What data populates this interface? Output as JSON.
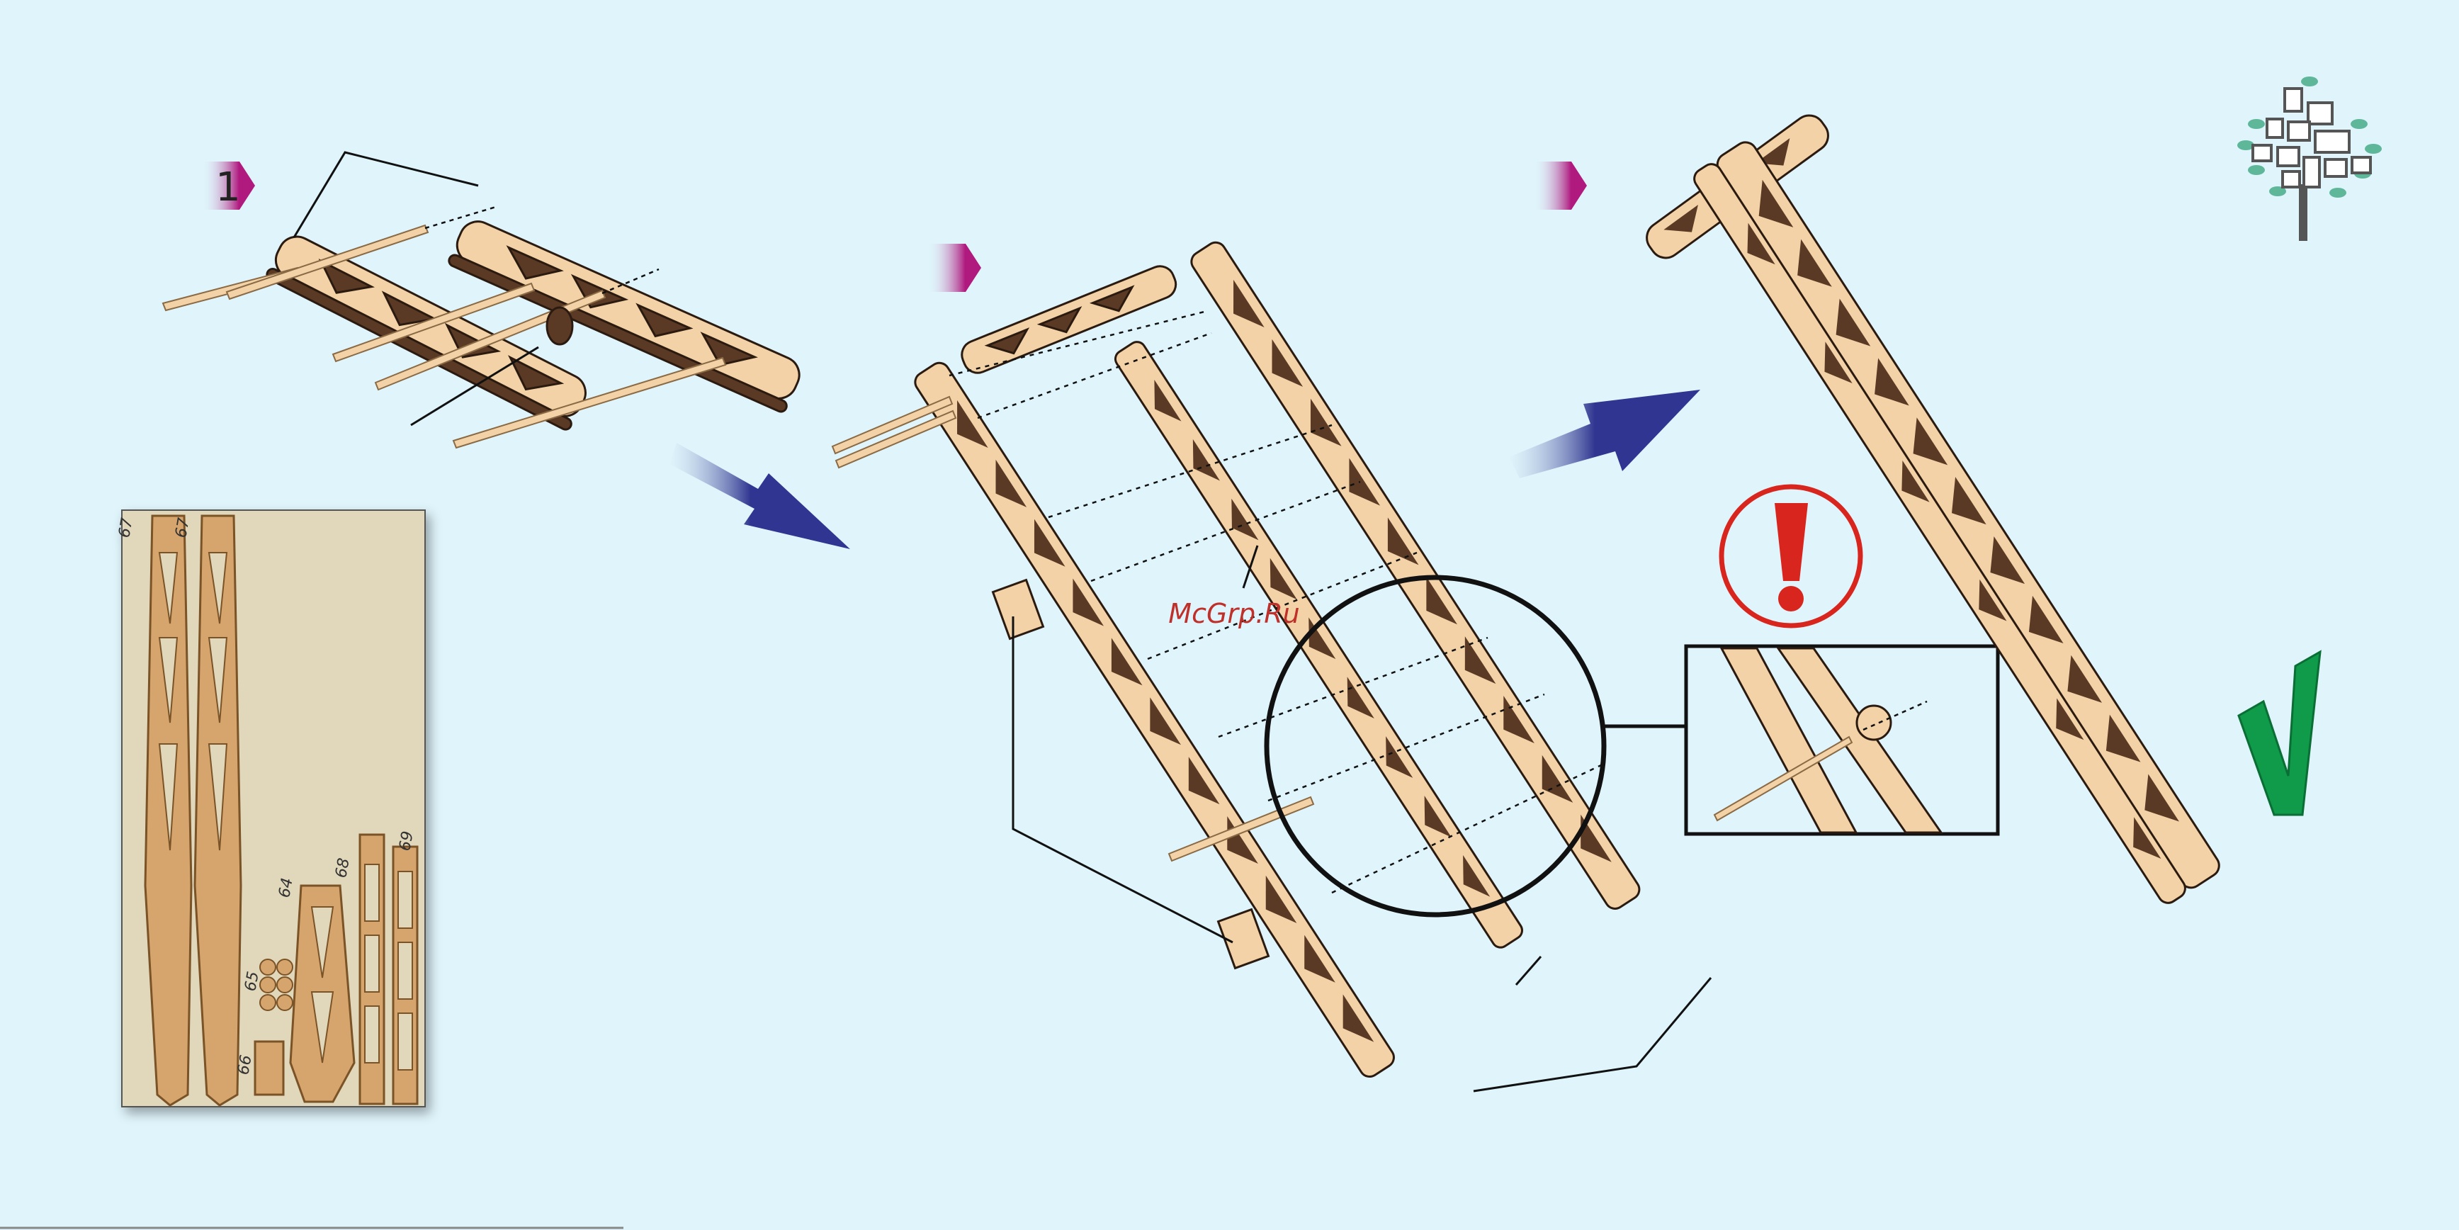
{
  "steps": {
    "step1_number": "1"
  },
  "watermark": "McGrp.Ru",
  "sheet": {
    "part_labels": [
      "67",
      "67",
      "64",
      "68",
      "69",
      "65",
      "66"
    ]
  },
  "colors": {
    "background": "#dff4fb",
    "wood": "#f2d2a6",
    "wood_dark": "#5a3a24",
    "arrow": "#2f3590",
    "marker": "#b0197e",
    "warning": "#d8261e",
    "check": "#0f9b4a",
    "sheet_bg": "#e1d7bb"
  },
  "icons": {
    "brand_logo": "photo-tree-logo",
    "warning": "exclamation-icon",
    "done": "checkmark-icon"
  }
}
